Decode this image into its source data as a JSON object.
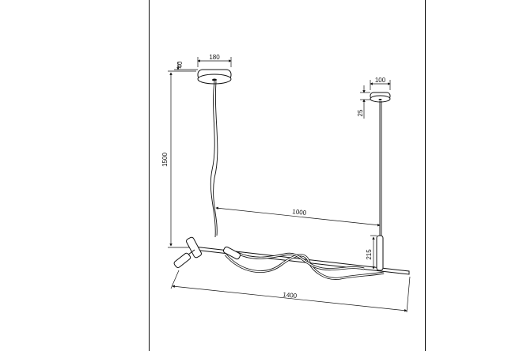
{
  "drawing": {
    "dimensions": {
      "canopy_large_diameter": "180",
      "canopy_large_height": "40",
      "canopy_small_diameter": "100",
      "canopy_small_height": "25",
      "drop_height": "1500",
      "suspension_spacing": "1000",
      "bar_length": "1400",
      "body_height": "215"
    }
  }
}
